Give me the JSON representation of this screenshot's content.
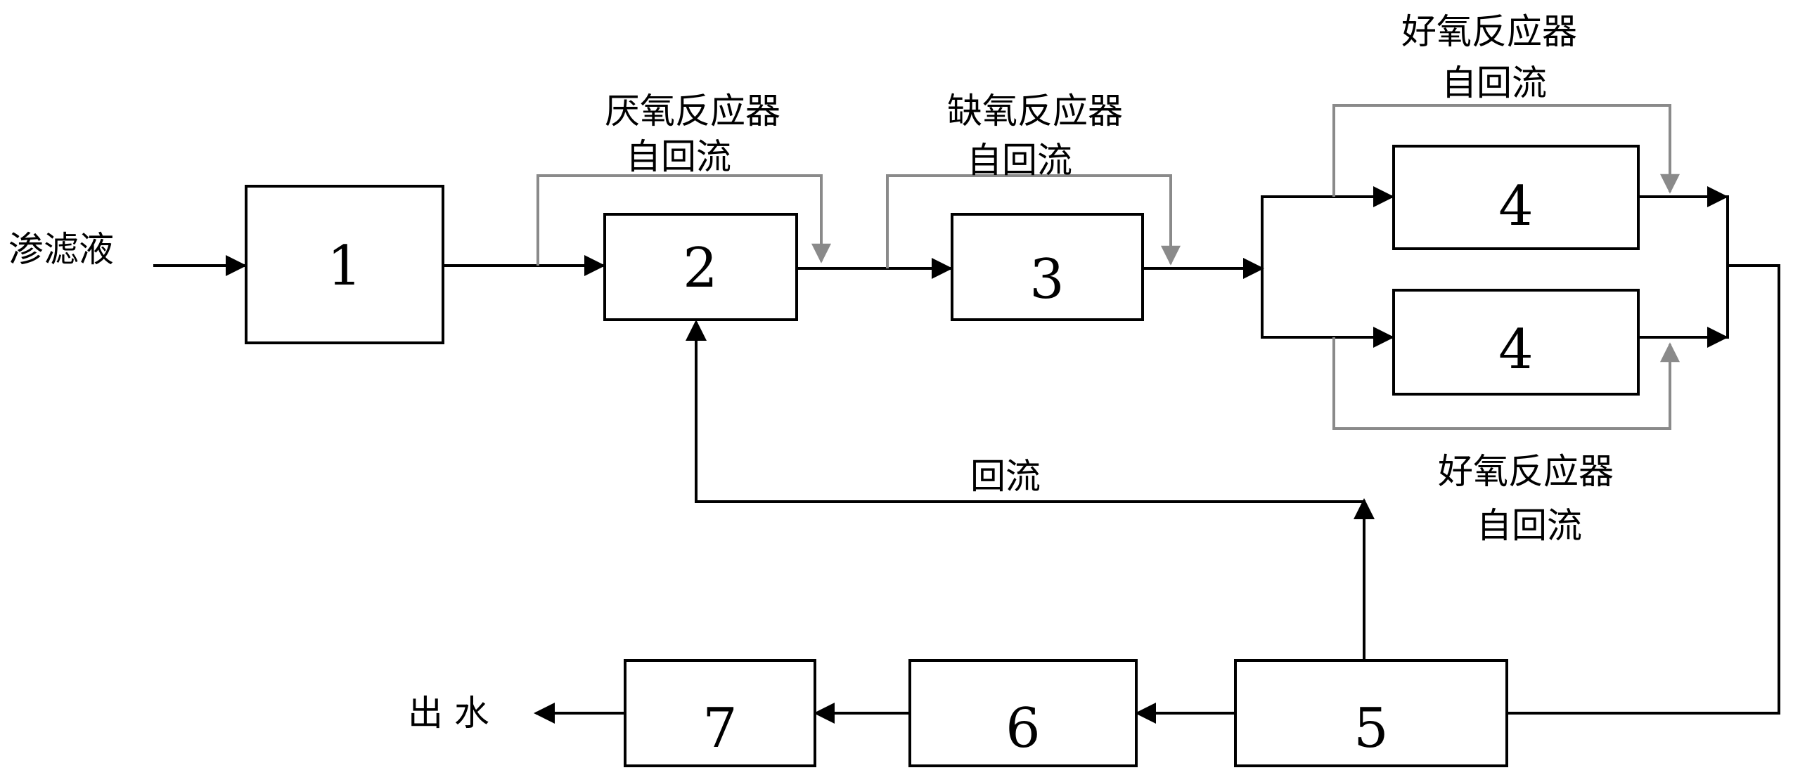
{
  "colors": {
    "main_flow": "#000000",
    "self_recycle": "#8a8a8a",
    "background": "#ffffff"
  },
  "nodes": {
    "n1": "1",
    "n2": "2",
    "n3": "3",
    "n4a": "4",
    "n4b": "4",
    "n5": "5",
    "n6": "6",
    "n7": "7"
  },
  "labels": {
    "inlet": "渗滤液",
    "outlet": "出 水",
    "anaerobic_line1": "厌氧反应器",
    "anaerobic_line2": "自回流",
    "anoxic_line1": "缺氧反应器",
    "anoxic_line2": "自回流",
    "aerobic_top_line1": "好氧反应器",
    "aerobic_top_line2": "自回流",
    "aerobic_bottom_line1": "好氧反应器",
    "aerobic_bottom_line2": "自回流",
    "return_flow": "回流"
  }
}
